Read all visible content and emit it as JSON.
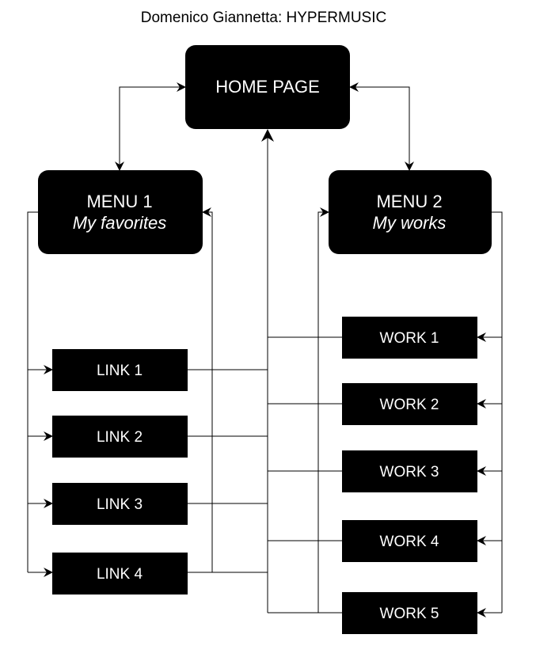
{
  "title": "Domenico Giannetta: HYPERMUSIC",
  "colors": {
    "box_fill": "#000000",
    "box_text": "#ffffff",
    "line": "#000000",
    "background": "#ffffff"
  },
  "home": {
    "label": "HOME PAGE"
  },
  "menu1": {
    "label": "MENU 1",
    "subtitle": "My favorites"
  },
  "menu2": {
    "label": "MENU 2",
    "subtitle": "My works"
  },
  "links": [
    {
      "label": "LINK 1"
    },
    {
      "label": "LINK 2"
    },
    {
      "label": "LINK 3"
    },
    {
      "label": "LINK 4"
    }
  ],
  "works": [
    {
      "label": "WORK 1"
    },
    {
      "label": "WORK 2"
    },
    {
      "label": "WORK 3"
    },
    {
      "label": "WORK 4"
    },
    {
      "label": "WORK 5"
    }
  ]
}
